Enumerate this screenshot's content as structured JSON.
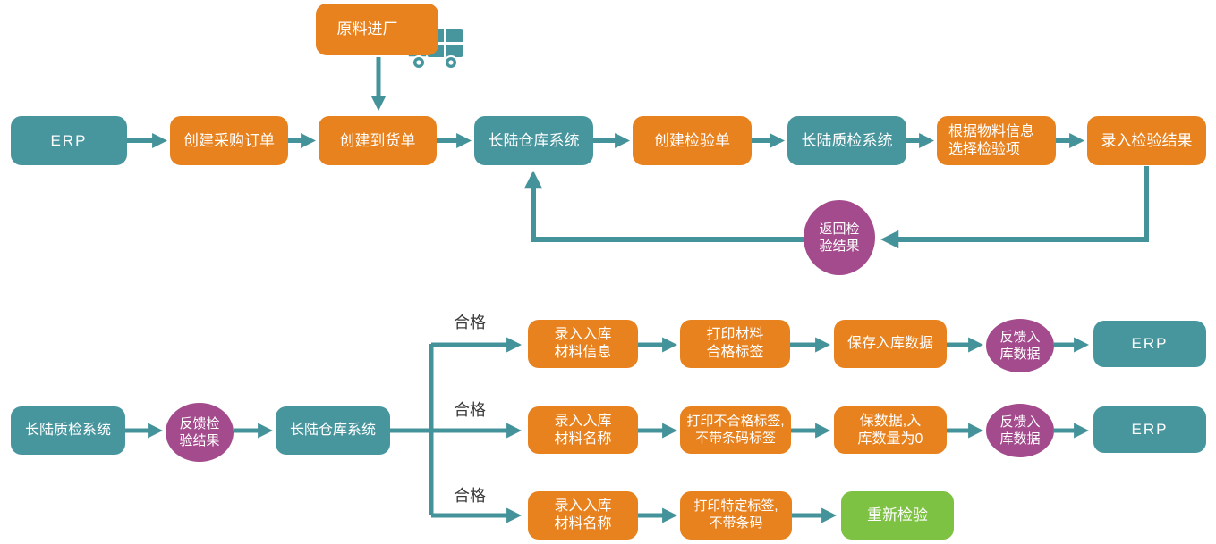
{
  "palette": {
    "system_box": "#47959d",
    "step_box": "#e8821f",
    "feedback_ellipse": "#a34b8d",
    "action_box": "#7dc242",
    "arrow": "#44939b",
    "box_text": "#ffffff",
    "condition_text": "#3b3b3b"
  },
  "top_flow": {
    "entry": {
      "label": "原料进厂"
    },
    "truck_icon": "delivery-truck-icon",
    "nodes": [
      {
        "label": "ERP"
      },
      {
        "label": "创建采购订单"
      },
      {
        "label": "创建到货单"
      },
      {
        "label": "长陆仓库系统"
      },
      {
        "label": "创建检验单"
      },
      {
        "label": "长陆质检系统"
      },
      {
        "label": "根据物料信息\n选择检验项"
      },
      {
        "label": "录入检验结果"
      }
    ],
    "return_feedback": {
      "label": "返回检\n验结果"
    }
  },
  "bottom_flow": {
    "qc_system": {
      "label": "长陆质检系统"
    },
    "feedback_result": {
      "label": "反馈检\n验结果"
    },
    "warehouse_system": {
      "label": "长陆仓库系统"
    },
    "branches": [
      {
        "condition": "合格",
        "steps": [
          {
            "label": "录入入库\n材料信息"
          },
          {
            "label": "打印材料\n合格标签"
          },
          {
            "label": "保存入库数据"
          }
        ],
        "feedback": {
          "label": "反馈入\n库数据"
        },
        "end": {
          "label": "ERP"
        }
      },
      {
        "condition": "合格",
        "steps": [
          {
            "label": "录入入库\n材料名称"
          },
          {
            "label": "打印不合格标签,\n不带条码标签"
          },
          {
            "label": "保数据,入\n库数量为0"
          }
        ],
        "feedback": {
          "label": "反馈入\n库数据"
        },
        "end": {
          "label": "ERP"
        }
      },
      {
        "condition": "合格",
        "steps": [
          {
            "label": "录入入库\n材料名称"
          },
          {
            "label": "打印特定标签,\n不带条码"
          }
        ],
        "end": {
          "label": "重新检验"
        }
      }
    ]
  }
}
